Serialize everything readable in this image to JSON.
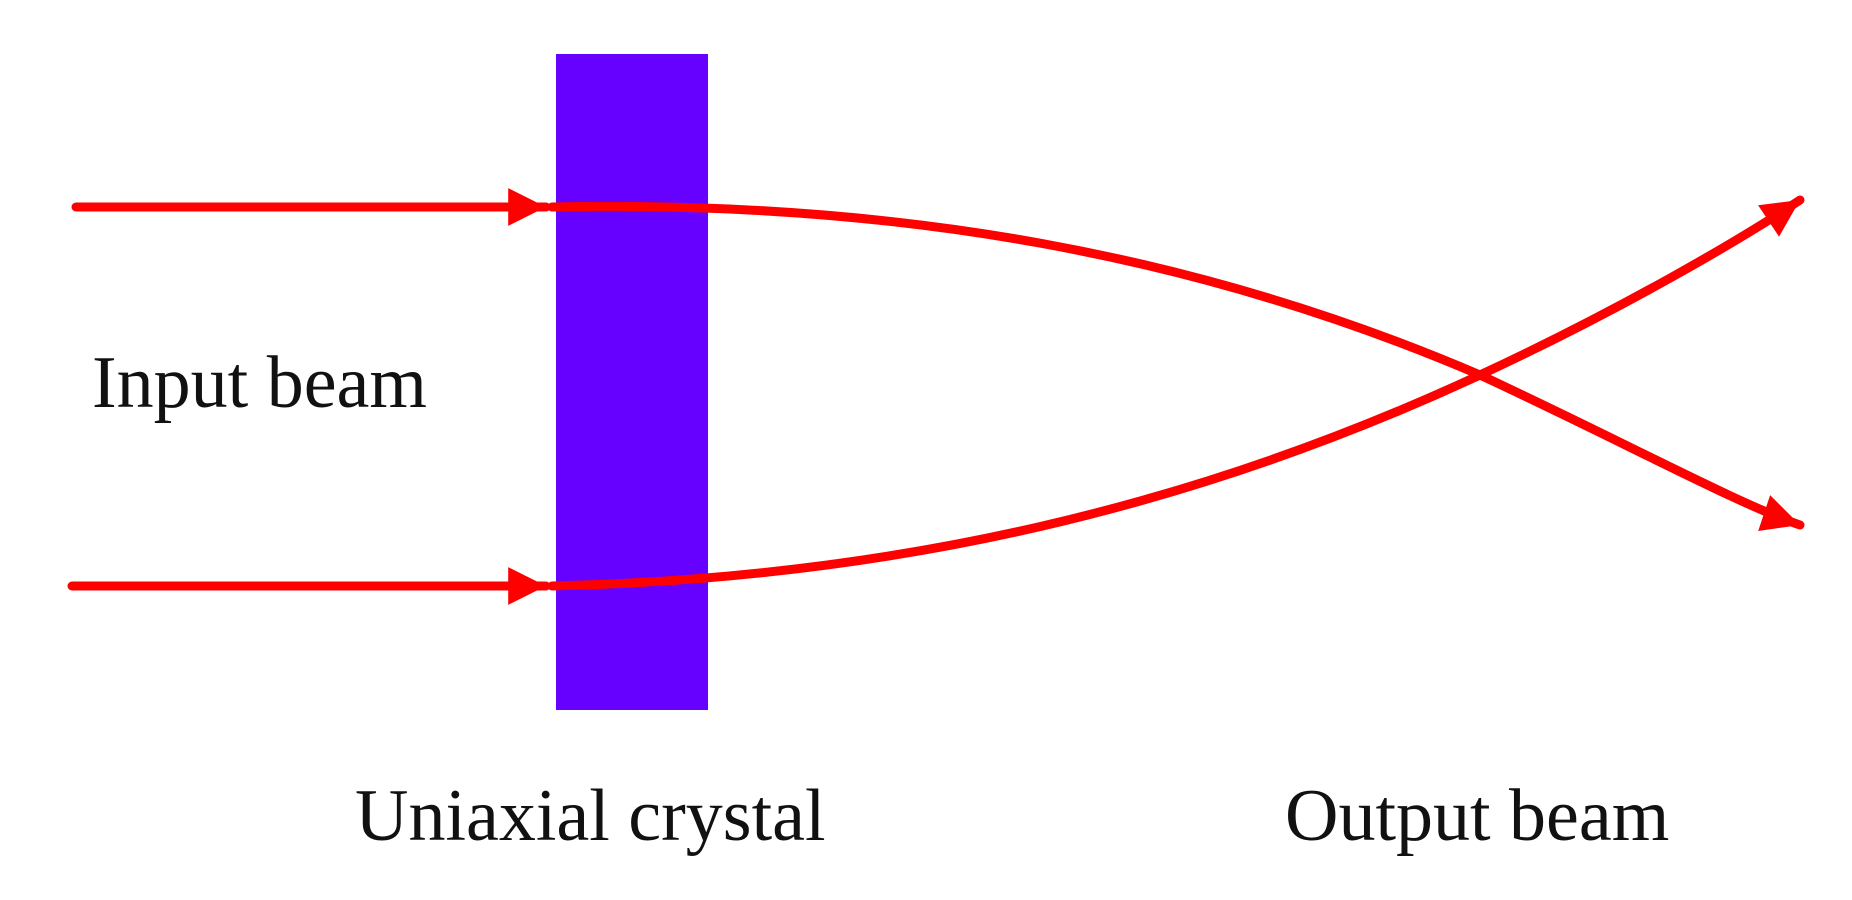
{
  "labels": {
    "input": "Input beam",
    "crystal": "Uniaxial crystal",
    "output": "Output beam"
  },
  "colors": {
    "beam": "#ff0000",
    "crystal": "#6600ff",
    "text": "#111111",
    "background": "#ffffff"
  }
}
